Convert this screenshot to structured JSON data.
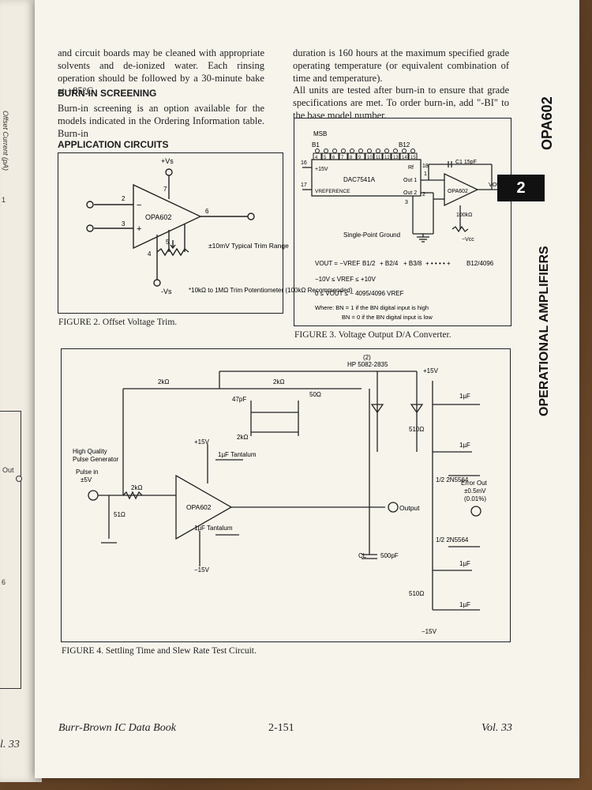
{
  "left_page": {
    "vertical_label": "Offset Current (pA)",
    "tick1": "1",
    "out_label": "Out",
    "tick6": "6",
    "vol": "l. 33"
  },
  "body": {
    "para1": "and circuit boards may be cleaned with appropriate solvents and de-ionized water. Each rinsing operation should be followed by a 30-minute bake at +85°C.",
    "burnin_heading": "BURN-IN SCREENING",
    "para2": "Burn-in screening is an option available for the models indicated in the Ordering Information table. Burn-in",
    "para3": "duration is 160 hours at the maximum specified grade operating temperature (or equivalent combination of time and temperature).",
    "para4": "All units are tested after burn-in to ensure that grade specifications are met. To order burn-in, add \"-BI\" to the base model number.",
    "app_heading": "APPLICATION CIRCUITS"
  },
  "fig2": {
    "caption": "FIGURE 2. Offset Voltage Trim.",
    "vs_pos": "+Vs",
    "vs_neg": "-Vs",
    "chip": "OPA602",
    "pin2": "2",
    "pin3": "3",
    "pin4": "4",
    "pin5": "5",
    "pin6": "6",
    "pin7": "7",
    "trim": "±10mV Typical Trim Range",
    "pot": "*10kΩ to 1MΩ Trim Potentiometer (100kΩ Recommended)",
    "plus": "+",
    "minus": "−"
  },
  "fig3": {
    "caption": "FIGURE 3. Voltage Output D/A Converter.",
    "msb": "MSB",
    "b1": "B1",
    "b12": "B12",
    "bits": [
      "4",
      "5",
      "6",
      "7",
      "8",
      "9",
      "10",
      "11",
      "12",
      "13",
      "14",
      "15"
    ],
    "p16": "16",
    "p17": "17",
    "p18": "18",
    "p1": "1",
    "p2": "2",
    "p3": "3",
    "v15": "+15V",
    "vref": "VREFERENCE",
    "dac": "DAC7541A",
    "rf": "Rf",
    "c1": "C1 15pF",
    "out1": "Out 1",
    "out2": "Out 2",
    "opa": "OPA602",
    "vout": "VOUT",
    "r100k": "100kΩ",
    "vcc": "−Vcc",
    "ground": "Single-Point Ground",
    "eq1_l": "VOUT = −VREF",
    "eq1_terms": [
      "B1/2",
      "+ B2/4",
      "+ B3/8",
      "+ • • • • +",
      "B12/4096"
    ],
    "eq2": "−10V ≤ VREF ≤ +10V",
    "eq3": "0 ≤ VOUT ≤ − 4095/4096 VREF",
    "where1": "Where:  BN = 1 if the BN digital input is high",
    "where2": "BN = 0 if the BN digital input is low"
  },
  "fig4": {
    "caption": "FIGURE 4. Settling Time and Slew Rate Test Circuit.",
    "r2k_a": "2kΩ",
    "r2k_b": "2kΩ",
    "r2k_c": "2kΩ",
    "r2k_d": "2kΩ",
    "r50": "50Ω",
    "c47": "47pF",
    "diode_count": "(2)",
    "diode_part": "HP 5082-2835",
    "v15a": "+15V",
    "v15b": "+15V",
    "vneg15a": "−15V",
    "vneg15b": "−15V",
    "tant1": "1µF Tantalum",
    "tant2": "1µF Tantalum",
    "gen1": "High Quality",
    "gen2": "Pulse Generator",
    "pulse1": "Pulse in",
    "pulse2": "±5V",
    "r51": "51Ω",
    "chip": "OPA602",
    "output": "Output",
    "cl": "CL",
    "c500": "500pF",
    "r510a": "510Ω",
    "r510b": "510Ω",
    "c1u_a": "1µF",
    "c1u_b": "1µF",
    "c1u_c": "1µF",
    "c1u_d": "1µF",
    "jfet1": "1/2 2N5564",
    "jfet2": "1/2 2N5564",
    "err1": "Error Out",
    "err2": "±0.5mV",
    "err3": "(0.01%)"
  },
  "sidebar": {
    "model": "OPA602",
    "section_num": "2",
    "section": "OPERATIONAL AMPLIFIERS"
  },
  "footer": {
    "book": "Burr-Brown IC Data Book",
    "page": "2-151",
    "vol": "Vol. 33"
  }
}
